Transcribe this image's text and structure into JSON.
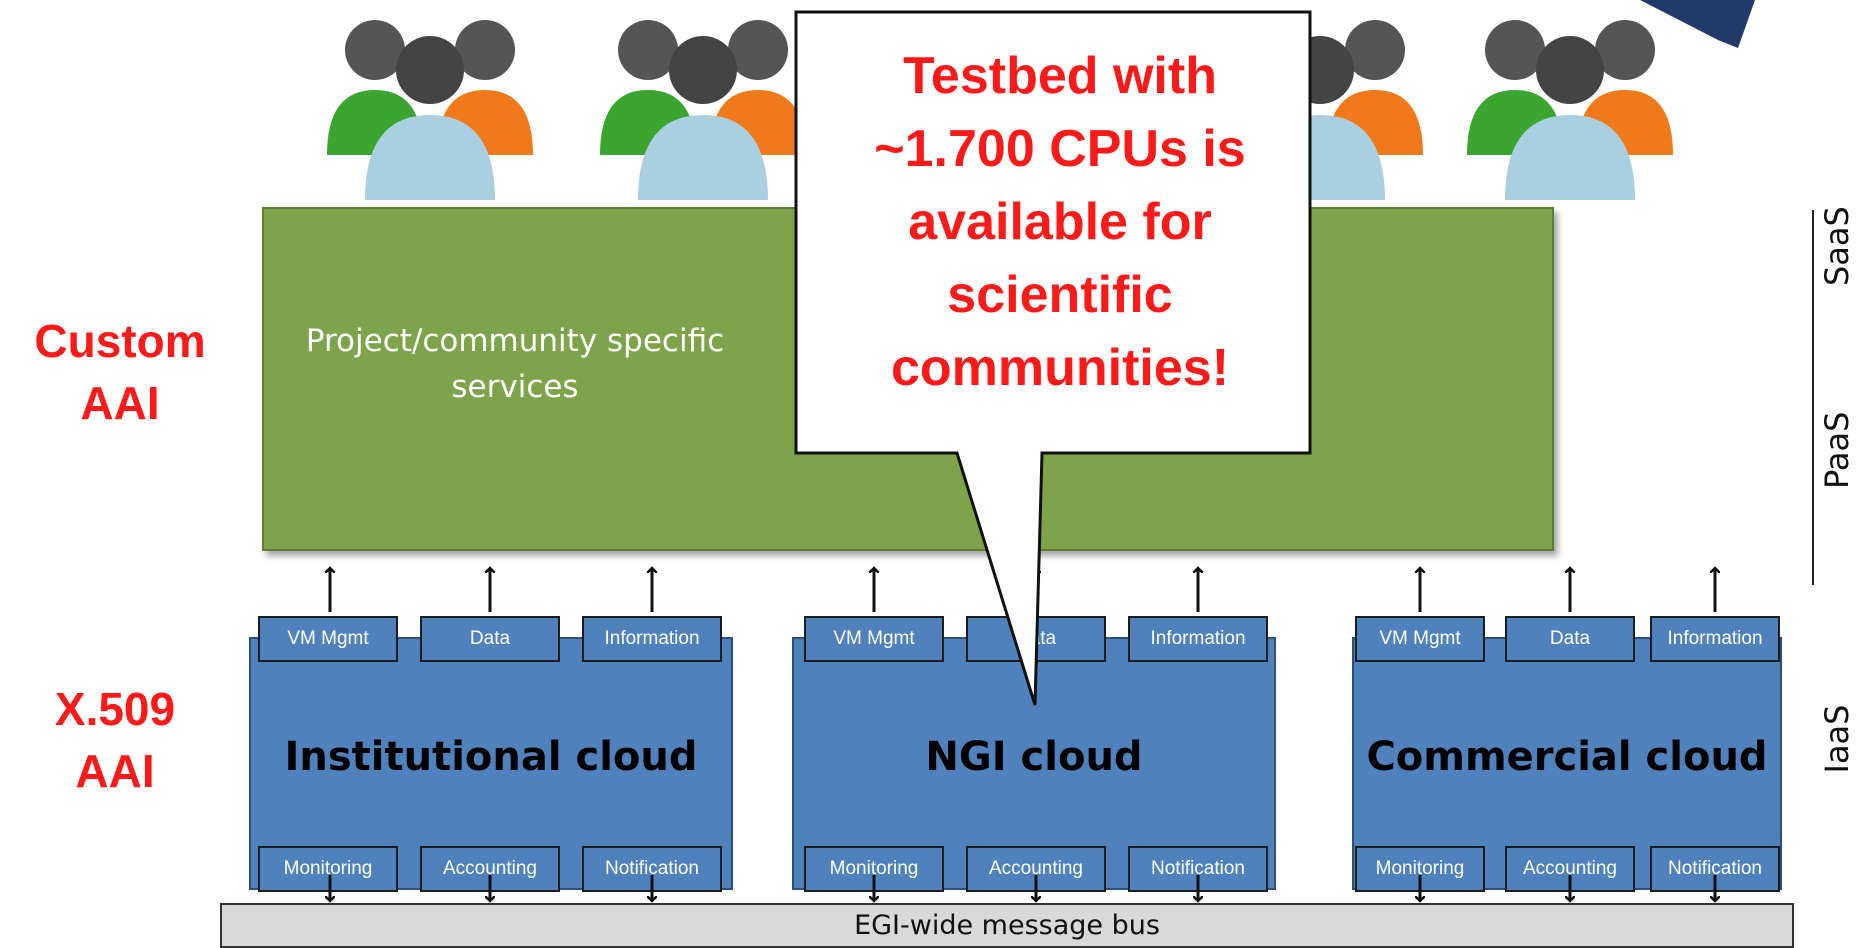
{
  "labels": {
    "custom_aai": "Custom AAI",
    "x509_aai": "X.509 AAI"
  },
  "layers": {
    "saas": "SaaS",
    "paas": "PaaS",
    "iaas": "IaaS"
  },
  "green_panel": {
    "text": "Project/community specific services"
  },
  "callout": {
    "text": "Testbed with ~1.700 CPUs is available for scientific communities!"
  },
  "clouds": [
    {
      "title": "Institutional cloud",
      "top_services": [
        "VM Mgmt",
        "Data",
        "Information"
      ],
      "bottom_services": [
        "Monitoring",
        "Accounting",
        "Notification"
      ]
    },
    {
      "title": "NGI cloud",
      "top_services": [
        "VM Mgmt",
        "Data",
        "Information"
      ],
      "bottom_services": [
        "Monitoring",
        "Accounting",
        "Notification"
      ]
    },
    {
      "title": "Commercial cloud",
      "top_services": [
        "VM Mgmt",
        "Data",
        "Information"
      ],
      "bottom_services": [
        "Monitoring",
        "Accounting",
        "Notification"
      ]
    }
  ],
  "message_bus": "EGI-wide message bus",
  "colors": {
    "accent_red": "#ff1a1a",
    "panel_green": "#7da44a",
    "cloud_blue": "#4f81bd",
    "bus_gray": "#d9d9d9"
  },
  "icons": [
    "user-group-icon",
    "user-group-icon",
    "user-group-icon",
    "user-group-icon"
  ]
}
